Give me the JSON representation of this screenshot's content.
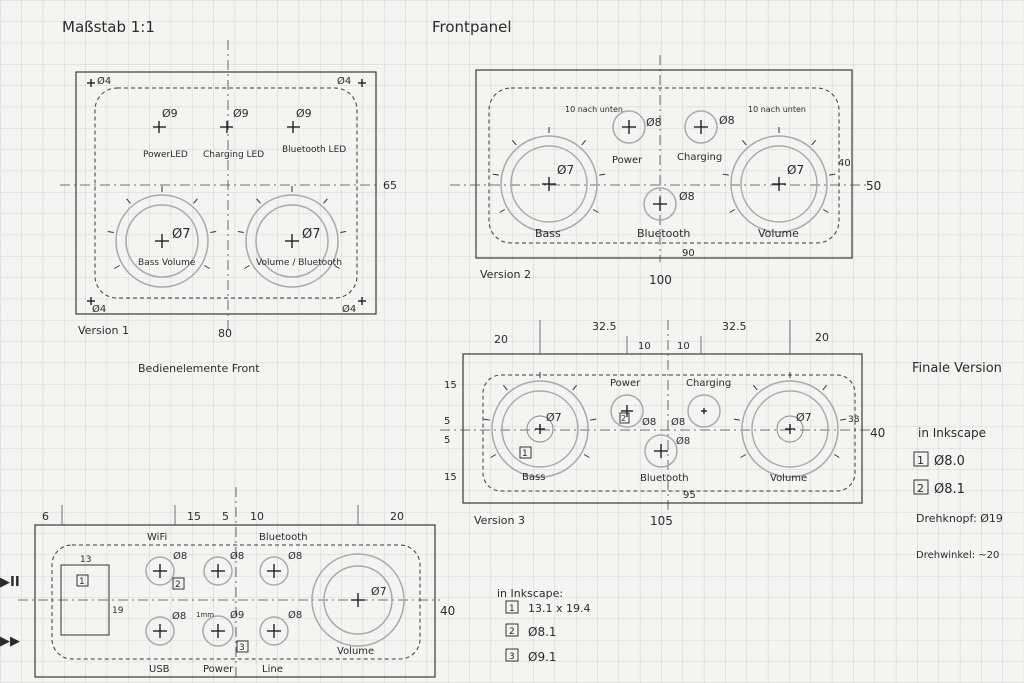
{
  "sheet": {
    "title_scale": "Maßstab 1:1",
    "title_panel": "Frontpanel"
  },
  "v1": {
    "corner_tl": "Ø4",
    "corner_tr": "Ø4",
    "corner_bl": "Ø4",
    "corner_br": "Ø4",
    "led1_dia": "Ø9",
    "led2_dia": "Ø9",
    "led3_dia": "Ø9",
    "led1_label": "PowerLED",
    "led2_label": "Charging LED",
    "led3_label": "Bluetooth LED",
    "knob1_dia": "Ø7",
    "knob2_dia": "Ø7",
    "knob1_label": "Bass Volume",
    "knob2_label": "Volume / Bluetooth",
    "height_dim": "65",
    "width_dim": "80",
    "version_label": "Version 1",
    "caption": "Bedienelemente Front"
  },
  "v2": {
    "note_left": "10 nach unten",
    "note_right": "10 nach unten",
    "power_dia": "Ø8",
    "power_label": "Power",
    "charging_dia": "Ø8",
    "charging_label": "Charging",
    "bass_dia": "Ø7",
    "bass_label": "Bass",
    "volume_dia": "Ø7",
    "volume_label": "Volume",
    "bt_dia": "Ø8",
    "bt_label": "Bluetooth",
    "inner_h": "40",
    "outer_h": "50",
    "inner_w": "90",
    "outer_w": "100",
    "version_label": "Version 2"
  },
  "v3": {
    "dim_20l": "20",
    "dim_325l": "32.5",
    "dim_10l": "10",
    "dim_10r": "10",
    "dim_325r": "32.5",
    "dim_20r": "20",
    "dim_15t": "15",
    "dim_5a": "5",
    "dim_5b": "5",
    "dim_15b": "15",
    "dim_38": "38",
    "dim_40": "40",
    "dim_95": "95",
    "dim_105": "105",
    "power_label": "Power",
    "charging_label": "Charging",
    "bass_dia": "Ø7",
    "volume_dia": "Ø7",
    "power_dia": "Ø8",
    "charging_dia": "Ø8",
    "bt_dia": "Ø8",
    "bass_box": "1",
    "power_box": "2",
    "bass_label": "Bass",
    "bt_label": "Bluetooth",
    "volume_label": "Volume",
    "version_label": "Version 3"
  },
  "final": {
    "title": "Finale Version",
    "inkscape": "in Inkscape",
    "item1_box": "1",
    "item1": "Ø8.0",
    "item2_box": "2",
    "item2": "Ø8.1",
    "knob": "Drehknopf: Ø19",
    "angle": "Drehwinkel: ~20"
  },
  "v4": {
    "dim_6": "6",
    "dim_15": "15",
    "dim_5": "5",
    "dim_10": "10",
    "dim_20": "20",
    "dim_13": "13",
    "dim_19": "19",
    "dim_40": "40",
    "wifi_label": "WiFi",
    "bt_label": "Bluetooth",
    "wifi_dia": "Ø8",
    "mid_dia": "Ø8",
    "bt_dia": "Ø8",
    "usb_dia": "Ø8",
    "power_dia": "Ø9",
    "line_dia": "Ø8",
    "gap_note": "1mm",
    "vol_dia": "Ø7",
    "box1": "1",
    "box2": "2",
    "box3": "3",
    "usb_label": "USB",
    "power_label": "Power",
    "line_label": "Line",
    "vol_label": "Volume",
    "play_icon": "▶II",
    "ff_icon": "▶▶"
  },
  "legend": {
    "title": "in Inkscape:",
    "box1": "1",
    "item1": "13.1 x 19.4",
    "box2": "2",
    "item2": "Ø8.1",
    "box3": "3",
    "item3": "Ø9.1"
  }
}
